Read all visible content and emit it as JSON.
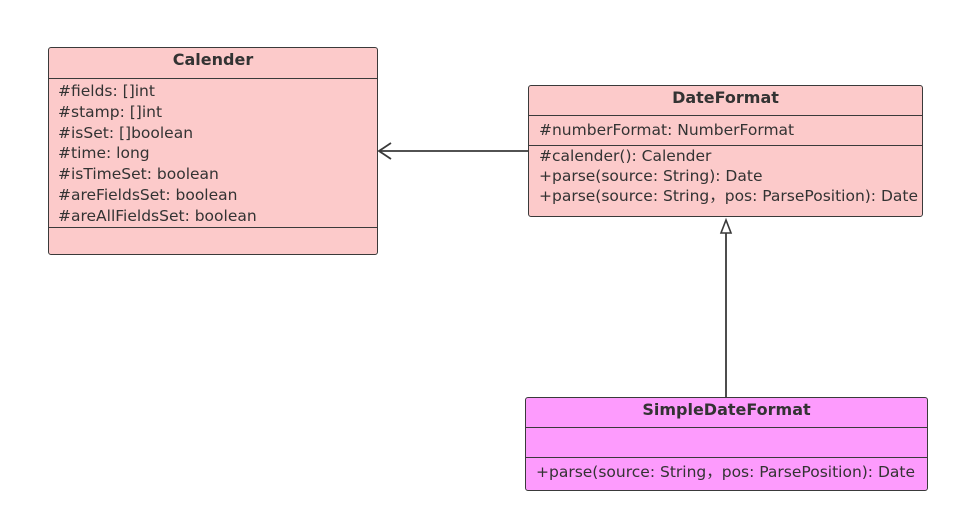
{
  "classes": {
    "calender": {
      "name": "Calender",
      "attributes": [
        "#fields: []int",
        "#stamp: []int",
        "#isSet: []boolean",
        "#time: long",
        "#isTimeSet: boolean",
        "#areFieldsSet: boolean",
        "#areAllFieldsSet: boolean"
      ],
      "operations": []
    },
    "dateformat": {
      "name": "DateFormat",
      "attributes": [
        "#numberFormat: NumberFormat"
      ],
      "operations": [
        "#calender(): Calender",
        "+parse(source: String): Date",
        "+parse(source: String，pos: ParsePosition): Date"
      ]
    },
    "simpledateformat": {
      "name": "SimpleDateFormat",
      "attributes": [],
      "operations": [
        "+parse(source: String，pos: ParsePosition): Date"
      ]
    }
  },
  "relations": [
    {
      "type": "association",
      "from": "DateFormat",
      "to": "Calender"
    },
    {
      "type": "generalization",
      "from": "SimpleDateFormat",
      "to": "DateFormat"
    }
  ],
  "colors": {
    "class_fill": "#fccaca",
    "subclass_fill": "#fd9bfd",
    "border": "#3a3a3a"
  }
}
